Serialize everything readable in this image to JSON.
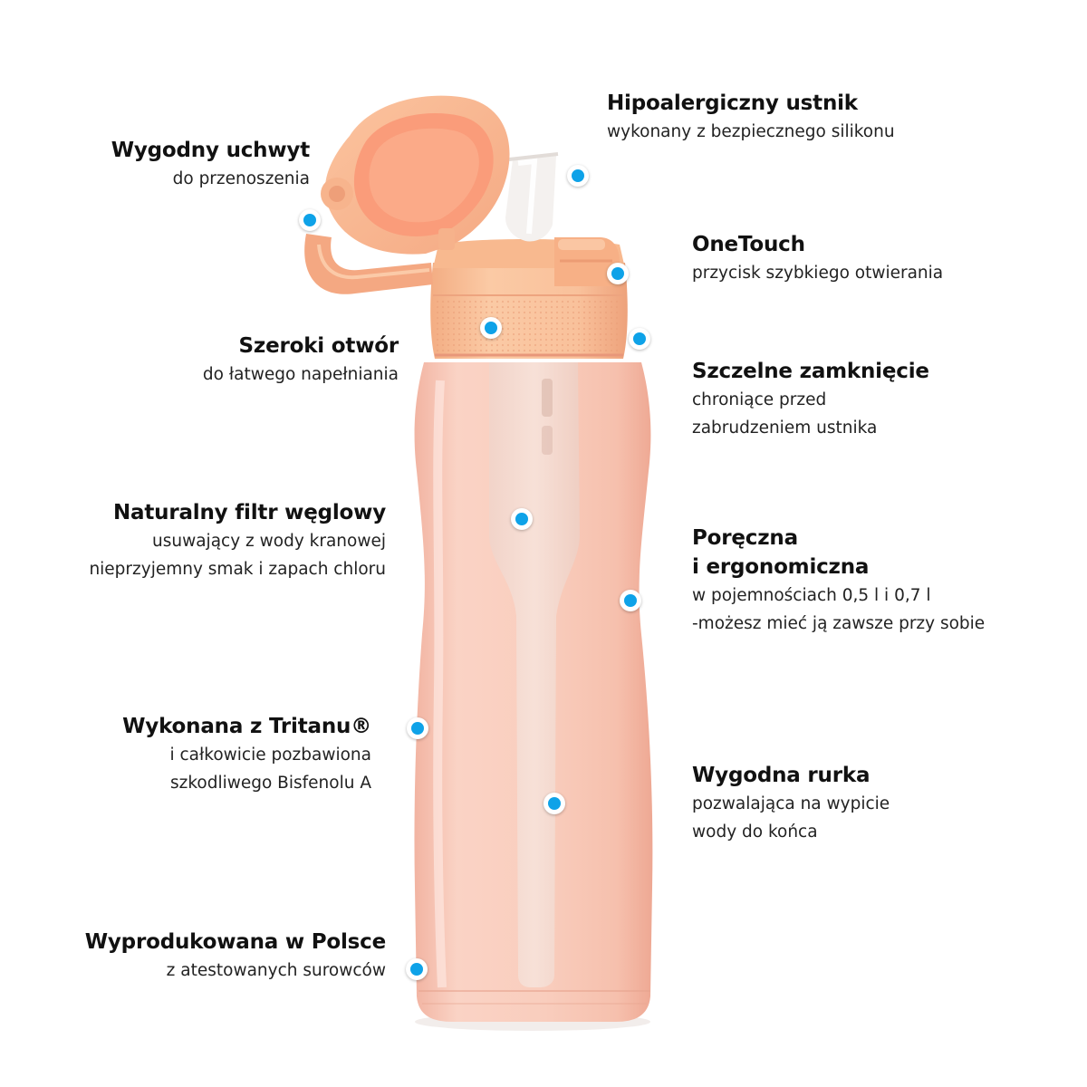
{
  "colors": {
    "accent": "#0ea2e8",
    "bottle_body": "#f7c6b5",
    "cap": "#f8bf98",
    "background": "#ffffff"
  },
  "features": [
    {
      "id": "handle",
      "title": "Wygodny uchwyt",
      "desc": [
        "do przenoszenia"
      ]
    },
    {
      "id": "mouthpiece",
      "title": "Hipoalergiczny ustnik",
      "desc": [
        "wykonany z bezpiecznego silikonu"
      ]
    },
    {
      "id": "onetouch",
      "title": "OneTouch",
      "desc": [
        "przycisk szybkiego otwierania"
      ]
    },
    {
      "id": "opening",
      "title": "Szeroki otwór",
      "desc": [
        "do łatwego napełniania"
      ]
    },
    {
      "id": "seal",
      "title": "Szczelne zamknięcie",
      "desc": [
        "chroniące przed",
        "zabrudzeniem ustnika"
      ]
    },
    {
      "id": "filter",
      "title": "Naturalny filtr węglowy",
      "desc": [
        "usuwający z wody kranowej",
        "nieprzyjemny smak i zapach chloru"
      ]
    },
    {
      "id": "ergonomic",
      "title": [
        "Poręczna",
        "i ergonomiczna"
      ],
      "desc": [
        "w pojemnościach 0,5 l i 0,7 l",
        "-możesz mieć ją zawsze przy sobie"
      ]
    },
    {
      "id": "tritan",
      "title": "Wykonana z Tritanu®",
      "desc": [
        "i całkowicie pozbawiona",
        "szkodliwego Bisfenolu A"
      ]
    },
    {
      "id": "straw",
      "title": "Wygodna rurka",
      "desc": [
        "pozwalająca na wypicie",
        "wody do końca"
      ]
    },
    {
      "id": "poland",
      "title": "Wyprodukowana w Polsce",
      "desc": [
        "z atestowanych surowców"
      ]
    }
  ]
}
